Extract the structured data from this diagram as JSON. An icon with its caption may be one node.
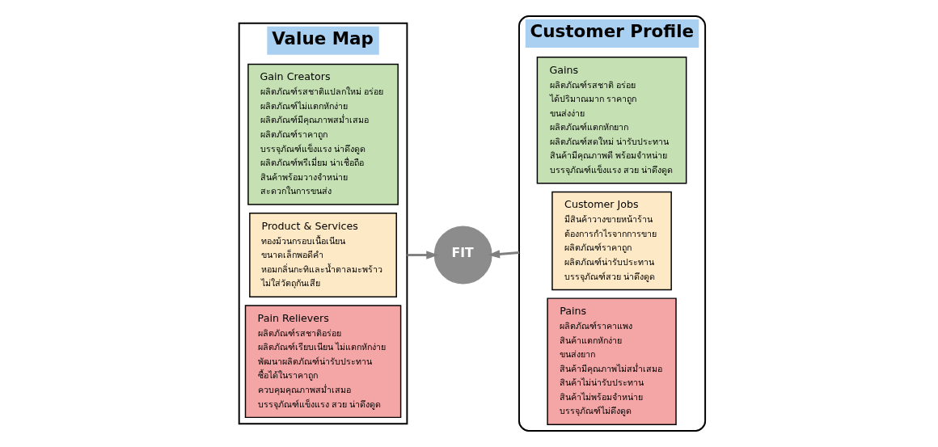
{
  "diagram": {
    "nodes": [
      {
        "text": [
          "Value Map"
        ]
      },
      {
        "text": [
          "Gain Creators",
          "ผลิตภัณฑ์รสชาติแปลกใหม่ อร่อย",
          "ผลิตภัณฑ์ไม่แตกหักง่าย",
          "ผลิตภัณฑ์มีคุณภาพสม่ำเสมอ",
          "ผลิตภัณฑ์ราคาถูก",
          "บรรจุภัณฑ์แข็งแรง น่าดึงดูด",
          "ผลิตภัณฑ์พรีเมี่ยม น่าเชื่อถือ",
          "สินค้าพร้อมวางจำหน่าย",
          "สะดวกในการขนส่ง"
        ],
        "in": 0
      },
      {
        "text": [
          "Product & Services",
          "ทองม้วนกรอบเนื้อเนียน",
          "ขนาดเล็กพอดีคำ",
          "หอมกลิ่นกะทิและน้ำตาลมะพร้าว",
          "ไม่ใส่วัตถุกันเสีย"
        ],
        "in": 0
      },
      {
        "text": [
          "Pain Relievers",
          "ผลิตภัณฑ์รสชาติอร่อย",
          "ผลิตภัณฑ์เรียบเนียน ไม่แตกหักง่าย",
          "พัฒนาผลิตภัณฑ์น่ารับประทาน",
          "ซื้อได้ในราคาถูก",
          "ควบคุมคุณภาพสม่ำเสมอ",
          "บรรจุภัณฑ์แข็งแรง สวย น่าดึงดูด"
        ],
        "in": 0
      },
      {
        "text": [
          "FIT"
        ]
      },
      {
        "text": [
          "Customer Profile"
        ]
      },
      {
        "text": [
          "Gains",
          "ผลิตภัณฑ์รสชาติ อร่อย",
          "ได้ปริมาณมาก ราคาถูก",
          "ขนส่งง่าย",
          "ผลิตภัณฑ์แตกหักยาก",
          "ผลิตภัณฑ์สดใหม่ น่ารับประทาน",
          "สินค้ามีคุณภาพดี พร้อมจำหน่าย",
          "บรรจุภัณฑ์แข็งแรง สวย น่าดึงดูด"
        ],
        "in": 5
      },
      {
        "text": [
          "Customer Jobs",
          "มีสินค้าวางขายหน้าร้าน",
          "ต้องการกำไรจากการขาย",
          "ผลิตภัณฑ์ราคาถูก",
          "ผลิตภัณฑ์น่ารับประทาน",
          "บรรจุภัณฑ์สวย น่าดึงดูด"
        ],
        "in": 5
      },
      {
        "text": [
          "Pains",
          "ผลิตภัณฑ์ราคาแพง",
          "สินค้าแตกหักง่าย",
          "ขนส่งยาก",
          "สินค้ามีคุณภาพไม่สม่ำเสมอ",
          "สินค้าไม่น่ารับประทาน",
          "สินค้าไม่พร้อมจำหน่าย",
          "บรรจุภัณฑ์ไม่ดึงดูด"
        ],
        "in": 5
      }
    ],
    "edges": [
      {
        "from": 0,
        "to": 4,
        "arrow": "to"
      },
      {
        "from": 5,
        "to": 4,
        "arrow": "to"
      }
    ]
  }
}
